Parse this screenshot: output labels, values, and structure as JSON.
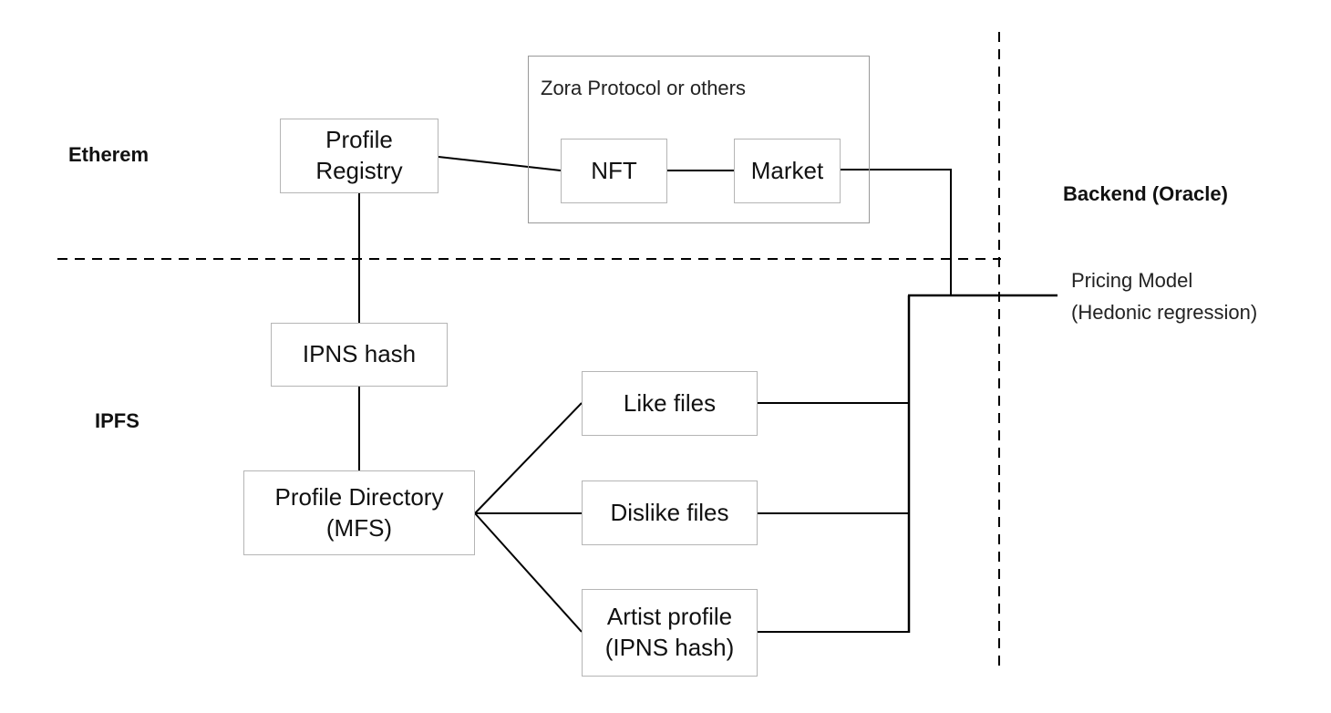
{
  "layers": {
    "ethereum": "Etherem",
    "ipfs": "IPFS",
    "backend": "Backend (Oracle)"
  },
  "group": {
    "title": "Zora Protocol or others"
  },
  "nodes": {
    "profile_registry": {
      "line1": "Profile",
      "line2": "Registry"
    },
    "nft": "NFT",
    "market": "Market",
    "ipns_hash": "IPNS hash",
    "profile_directory": {
      "line1": "Profile Directory",
      "line2": "(MFS)"
    },
    "like_files": "Like files",
    "dislike_files": "Dislike files",
    "artist_profile": {
      "line1": "Artist profile",
      "line2": "(IPNS hash)"
    }
  },
  "pricing_model": {
    "line1": "Pricing Model",
    "line2": "(Hedonic regression)"
  },
  "colors": {
    "line": "#000000",
    "box_border": "#b5b5b5",
    "group_border": "#999999"
  }
}
